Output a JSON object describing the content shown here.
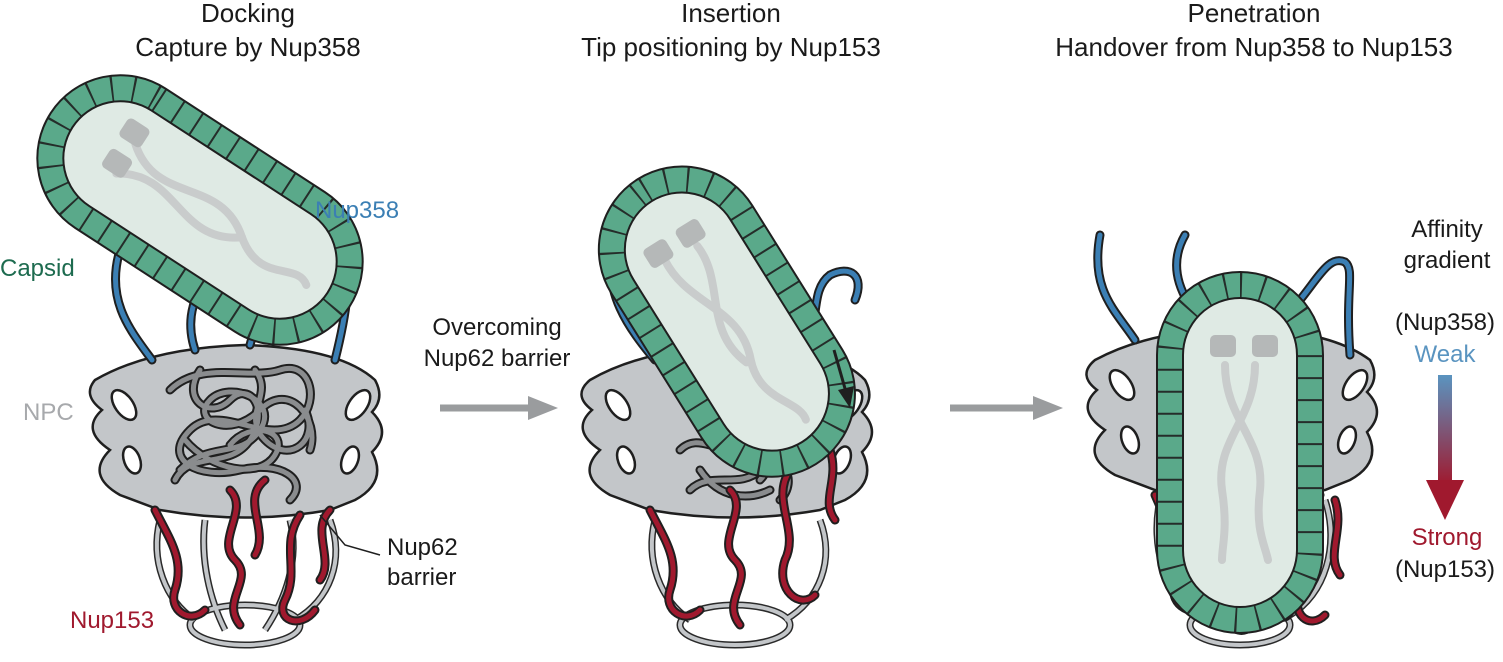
{
  "panels": [
    {
      "title": "Docking",
      "subtitle": "Capture by Nup358"
    },
    {
      "title": "Insertion",
      "subtitle": "Tip positioning by Nup153"
    },
    {
      "title": "Penetration",
      "subtitle": "Handover from Nup358 to Nup153"
    }
  ],
  "labels": {
    "capsid": "Capsid",
    "nup358": "Nup358",
    "npc": "NPC",
    "nup62_line1": "Nup62",
    "nup62_line2": "barrier",
    "nup153": "Nup153",
    "overcoming_line1": "Overcoming",
    "overcoming_line2": "Nup62 barrier"
  },
  "gradient": {
    "title_line1": "Affinity",
    "title_line2": "gradient",
    "top_paren": "(Nup358)",
    "top_word": "Weak",
    "bottom_word": "Strong",
    "bottom_paren": "(Nup153)"
  },
  "colors": {
    "capsid_fill": "#5aa98a",
    "capsid_stroke": "#1f1f1f",
    "capsid_inner": "#dfeae4",
    "nup358": "#3b7fb4",
    "nup153": "#a0192e",
    "npc_fill": "#c3c6c9",
    "fg_repeat": "#8a8c8e",
    "npc_label": "#a7a9ac",
    "capsid_label": "#1d6b4f",
    "weak": "#5a94c0",
    "arrow_gray": "#9a9c9e"
  }
}
